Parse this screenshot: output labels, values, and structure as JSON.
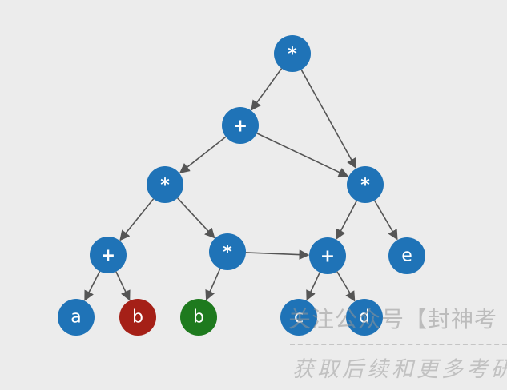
{
  "colors": {
    "background": "#ececec",
    "node_default": "#1f73b7",
    "node_red": "#a52017",
    "node_green": "#1e7a1e",
    "edge": "#555555"
  },
  "diagram": {
    "nodes": [
      {
        "id": "n1",
        "label": "*",
        "kind": "op",
        "color": "node_default"
      },
      {
        "id": "n2",
        "label": "+",
        "kind": "op",
        "color": "node_default"
      },
      {
        "id": "n3",
        "label": "*",
        "kind": "op",
        "color": "node_default"
      },
      {
        "id": "n4",
        "label": "*",
        "kind": "op",
        "color": "node_default"
      },
      {
        "id": "n5",
        "label": "+",
        "kind": "op",
        "color": "node_default"
      },
      {
        "id": "n6",
        "label": "*",
        "kind": "op",
        "color": "node_default"
      },
      {
        "id": "n7",
        "label": "+",
        "kind": "op",
        "color": "node_default"
      },
      {
        "id": "n8",
        "label": "e",
        "kind": "var",
        "color": "node_default"
      },
      {
        "id": "n9",
        "label": "a",
        "kind": "var",
        "color": "node_default"
      },
      {
        "id": "n10",
        "label": "b",
        "kind": "var",
        "color": "node_red"
      },
      {
        "id": "n11",
        "label": "b",
        "kind": "var",
        "color": "node_green"
      },
      {
        "id": "n12",
        "label": "c",
        "kind": "var",
        "color": "node_default"
      },
      {
        "id": "n13",
        "label": "d",
        "kind": "var",
        "color": "node_default"
      }
    ],
    "edges": [
      {
        "from": "n1",
        "to": "n2"
      },
      {
        "from": "n1",
        "to": "n4"
      },
      {
        "from": "n2",
        "to": "n3"
      },
      {
        "from": "n2",
        "to": "n4"
      },
      {
        "from": "n3",
        "to": "n5"
      },
      {
        "from": "n3",
        "to": "n6"
      },
      {
        "from": "n4",
        "to": "n7"
      },
      {
        "from": "n4",
        "to": "n8"
      },
      {
        "from": "n5",
        "to": "n9"
      },
      {
        "from": "n5",
        "to": "n10"
      },
      {
        "from": "n6",
        "to": "n11"
      },
      {
        "from": "n6",
        "to": "n7"
      },
      {
        "from": "n7",
        "to": "n12"
      },
      {
        "from": "n7",
        "to": "n13"
      }
    ]
  },
  "watermark": {
    "line1": "关注公众号【封神考",
    "line2": "获取后续和更多考研"
  }
}
